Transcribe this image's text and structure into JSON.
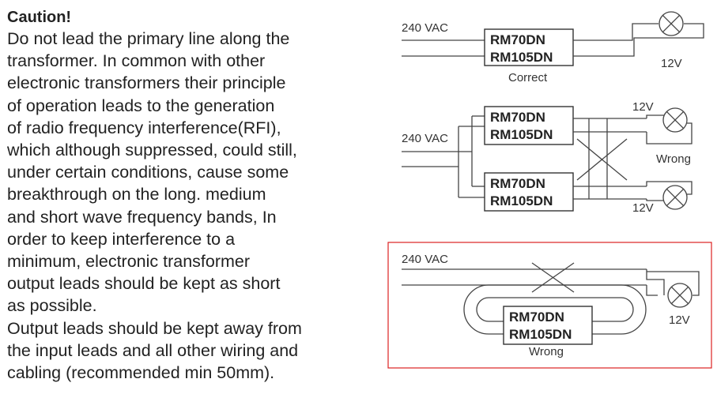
{
  "caution": {
    "title": "Caution!",
    "para1_lines": [
      "Do not lead the primary line along the",
      "transformer. In common with other",
      "electronic transformers their principle",
      "of operation leads to the generation",
      "of radio frequency interference(RFI),",
      "which although suppressed, could still,",
      "under certain conditions, cause some",
      "breakthrough on the long. medium",
      "and short wave frequency bands, In",
      "order to keep interference to a",
      "minimum, electronic transformer",
      "output leads should be kept as short",
      "as possible."
    ],
    "para2_lines": [
      "Output leads should be kept away from",
      "the input leads and all other wiring and",
      "cabling (recommended min 50mm)."
    ]
  },
  "diagrams": {
    "model_line1": "RM70DN",
    "model_line2": "RM105DN",
    "input_label": "240 VAC",
    "output_label": "12V",
    "correct_label": "Correct",
    "wrong_label": "Wrong"
  }
}
